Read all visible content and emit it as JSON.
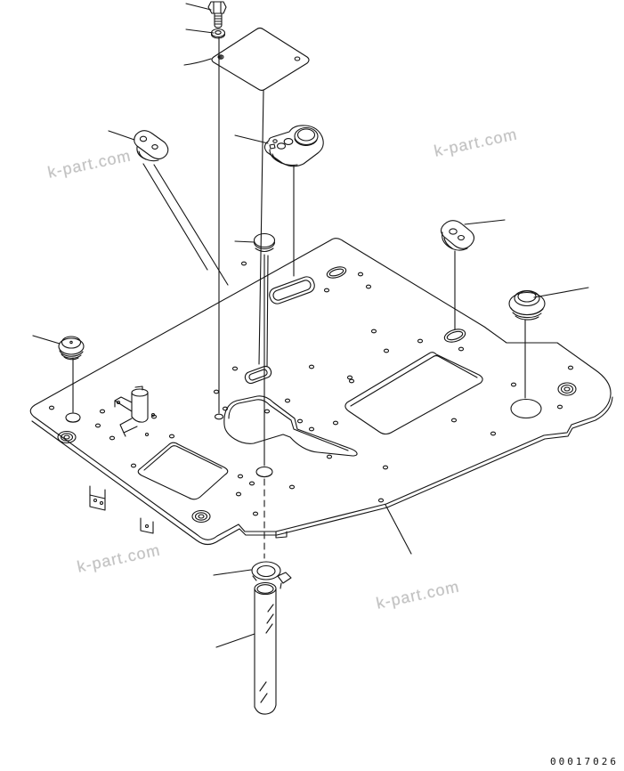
{
  "document": {
    "background": "#ffffff",
    "doc_number": "00017026"
  },
  "watermark": {
    "text": "k-part.com",
    "color": "#c2c2c2",
    "instances": 4
  },
  "drawing": {
    "stroke_color": "#141414",
    "type": "exploded-parts-diagram",
    "parts": [
      {
        "id": "bolt"
      },
      {
        "id": "washer"
      },
      {
        "id": "cover-plate"
      },
      {
        "id": "left-cover"
      },
      {
        "id": "top-cover"
      },
      {
        "id": "center-plug"
      },
      {
        "id": "right-grommet"
      },
      {
        "id": "right-cap"
      },
      {
        "id": "left-cap"
      },
      {
        "id": "floor-plate"
      },
      {
        "id": "hose-clamp"
      },
      {
        "id": "tube"
      }
    ]
  }
}
